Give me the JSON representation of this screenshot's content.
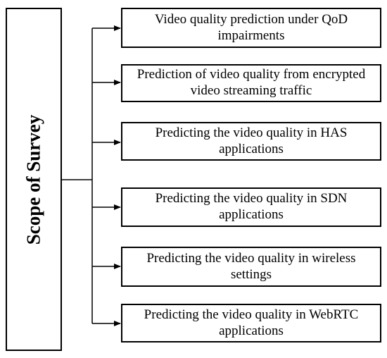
{
  "scope": {
    "label": "Scope of Survey"
  },
  "items": [
    {
      "text": "Video quality prediction under QoD impairments"
    },
    {
      "text": "Prediction of video quality from encrypted video streaming traffic"
    },
    {
      "text": "Predicting the video quality in HAS applications"
    },
    {
      "text": "Predicting the video quality in SDN applications"
    },
    {
      "text": "Predicting the video quality in wireless settings"
    },
    {
      "text": "Predicting the video quality in WebRTC applications"
    }
  ]
}
